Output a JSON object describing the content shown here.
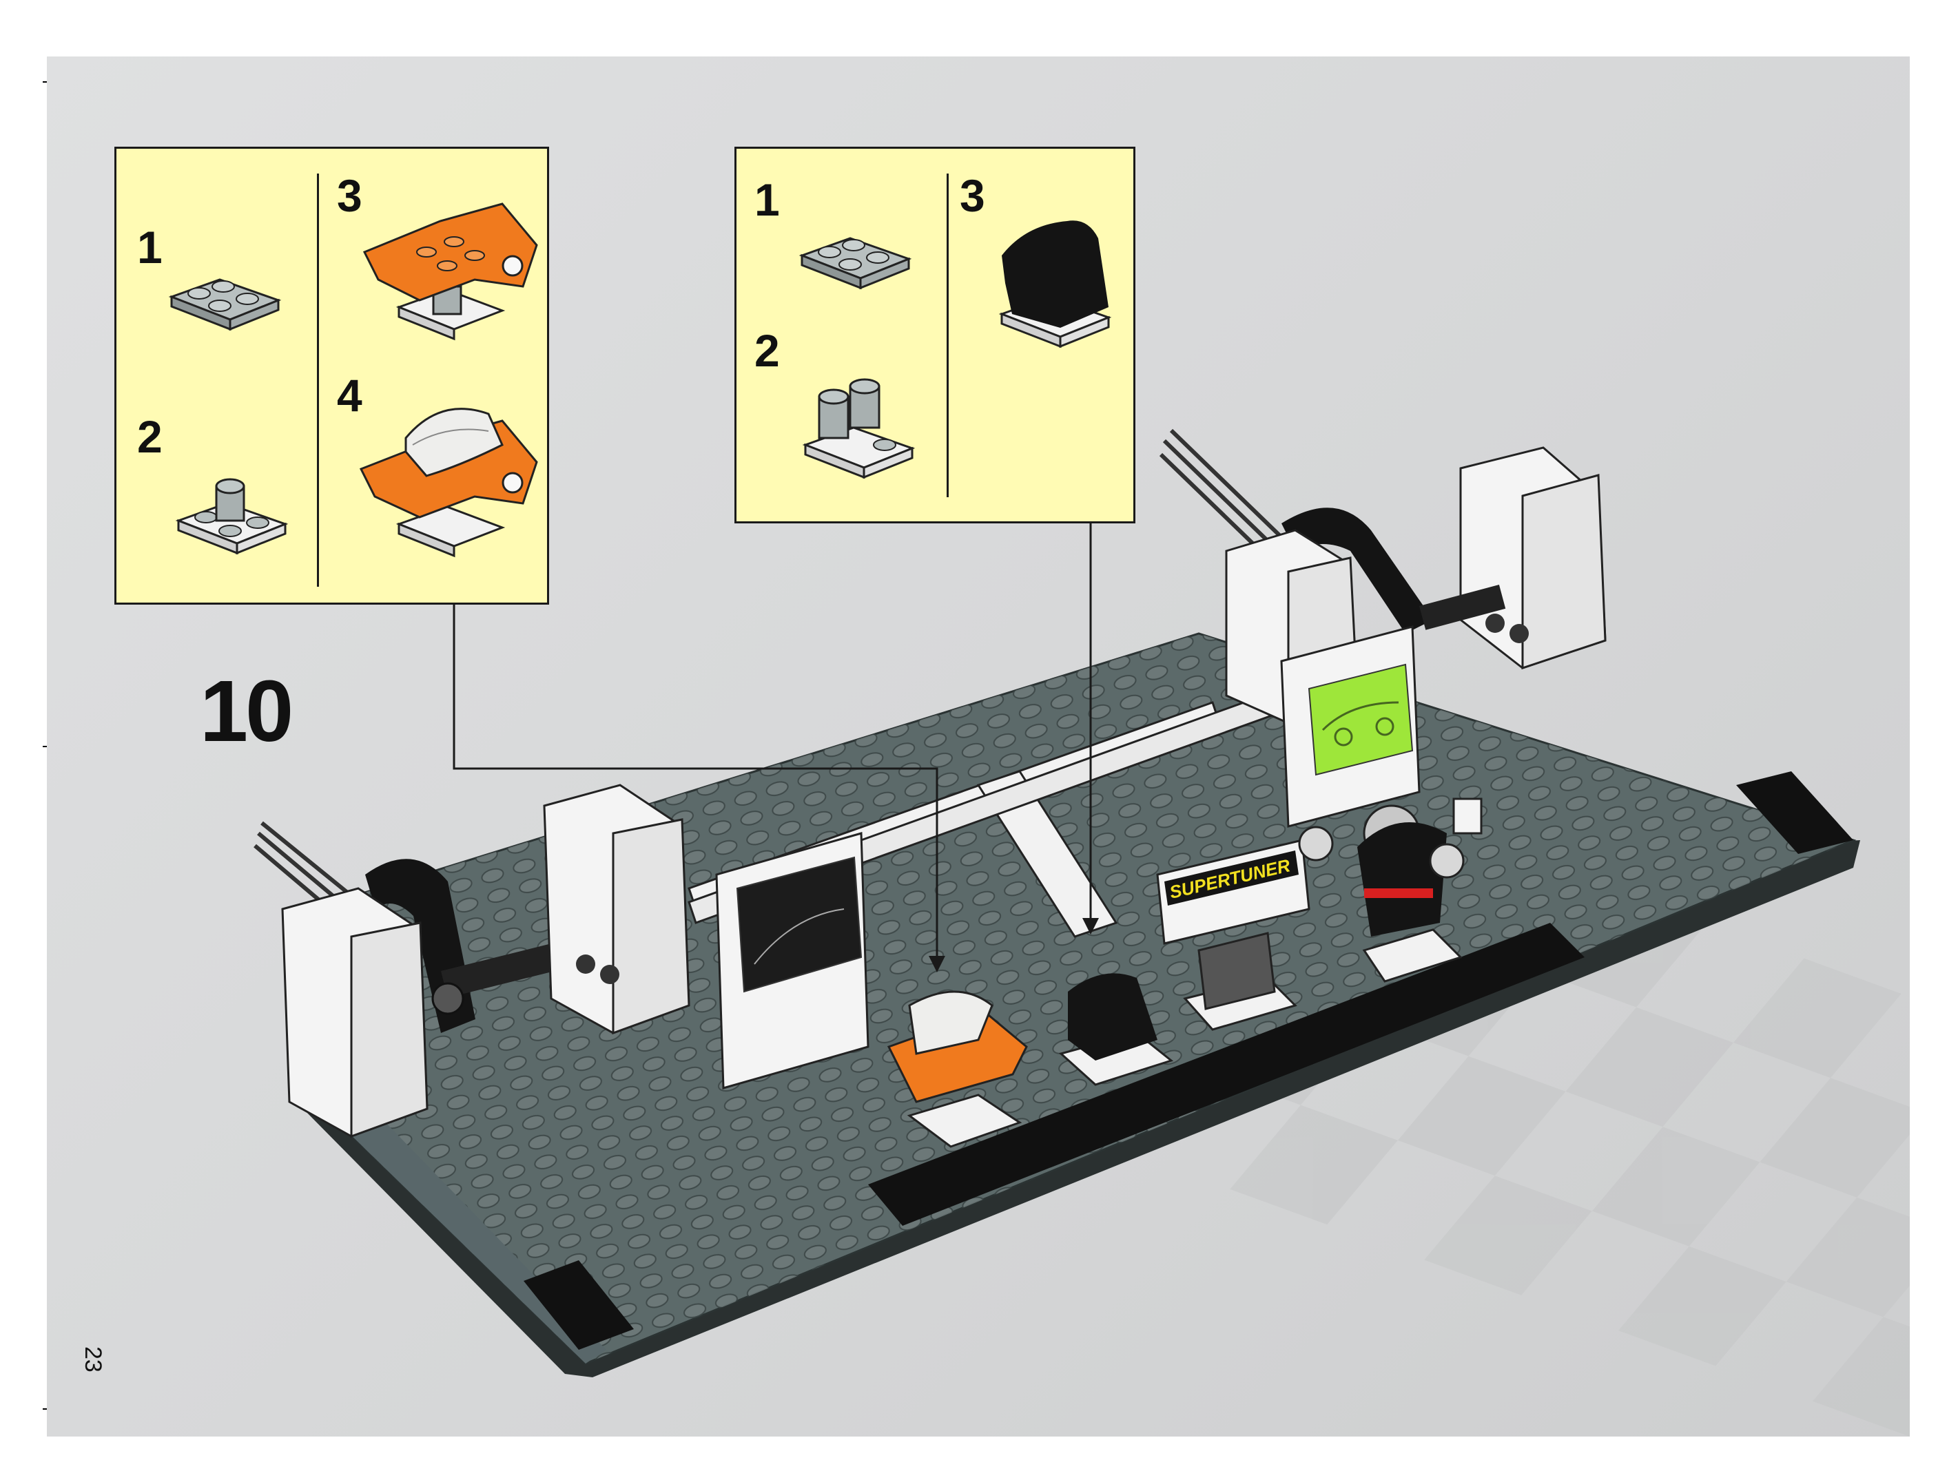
{
  "step": {
    "number": "10"
  },
  "page": {
    "number": "23"
  },
  "callouts": [
    {
      "id": "left",
      "substeps": [
        {
          "label": "1",
          "part": "gray-plate-2x2"
        },
        {
          "label": "2",
          "part": "gray-plate-with-round-brick"
        },
        {
          "label": "3",
          "part": "orange-car-body-on-stand"
        },
        {
          "label": "4",
          "part": "orange-body-with-white-hood"
        }
      ]
    },
    {
      "id": "right",
      "substeps": [
        {
          "label": "1",
          "part": "gray-plate-2x2"
        },
        {
          "label": "2",
          "part": "gray-plate-with-two-round-bricks"
        },
        {
          "label": "3",
          "part": "black-body-on-stand"
        }
      ]
    }
  ],
  "scene": {
    "sign_text": "SUPERTUNER",
    "colors": {
      "callout_bg": "#fffbb4",
      "baseplate": "#5c6a6a",
      "stud": "#6c7878",
      "white_brick": "#f4f4f4",
      "orange": "#f07a1e",
      "black": "#141414",
      "lime_poster": "#9ee63a",
      "sign_yellow": "#f2e020"
    }
  }
}
